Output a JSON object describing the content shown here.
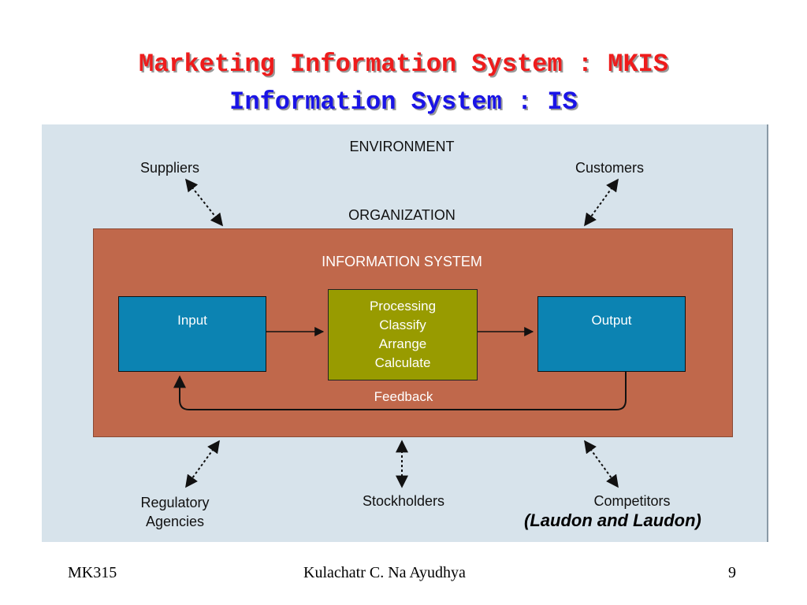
{
  "title_line1": "Marketing Information System : MKIS",
  "title_line2": "Information System : IS",
  "diagram": {
    "environment": "ENVIRONMENT",
    "suppliers": "Suppliers",
    "customers": "Customers",
    "organization": "ORGANIZATION",
    "information_system": "INFORMATION SYSTEM",
    "input": "Input",
    "processing": [
      "Processing",
      "Classify",
      "Arrange",
      "Calculate"
    ],
    "output": "Output",
    "feedback": "Feedback",
    "regulatory_line1": "Regulatory",
    "regulatory_line2": "Agencies",
    "stockholders": "Stockholders",
    "competitors": "Competitors"
  },
  "citation": "(Laudon  and Laudon)",
  "footer": {
    "course": "MK315",
    "author": "Kulachatr C. Na Ayudhya",
    "page": "9"
  }
}
